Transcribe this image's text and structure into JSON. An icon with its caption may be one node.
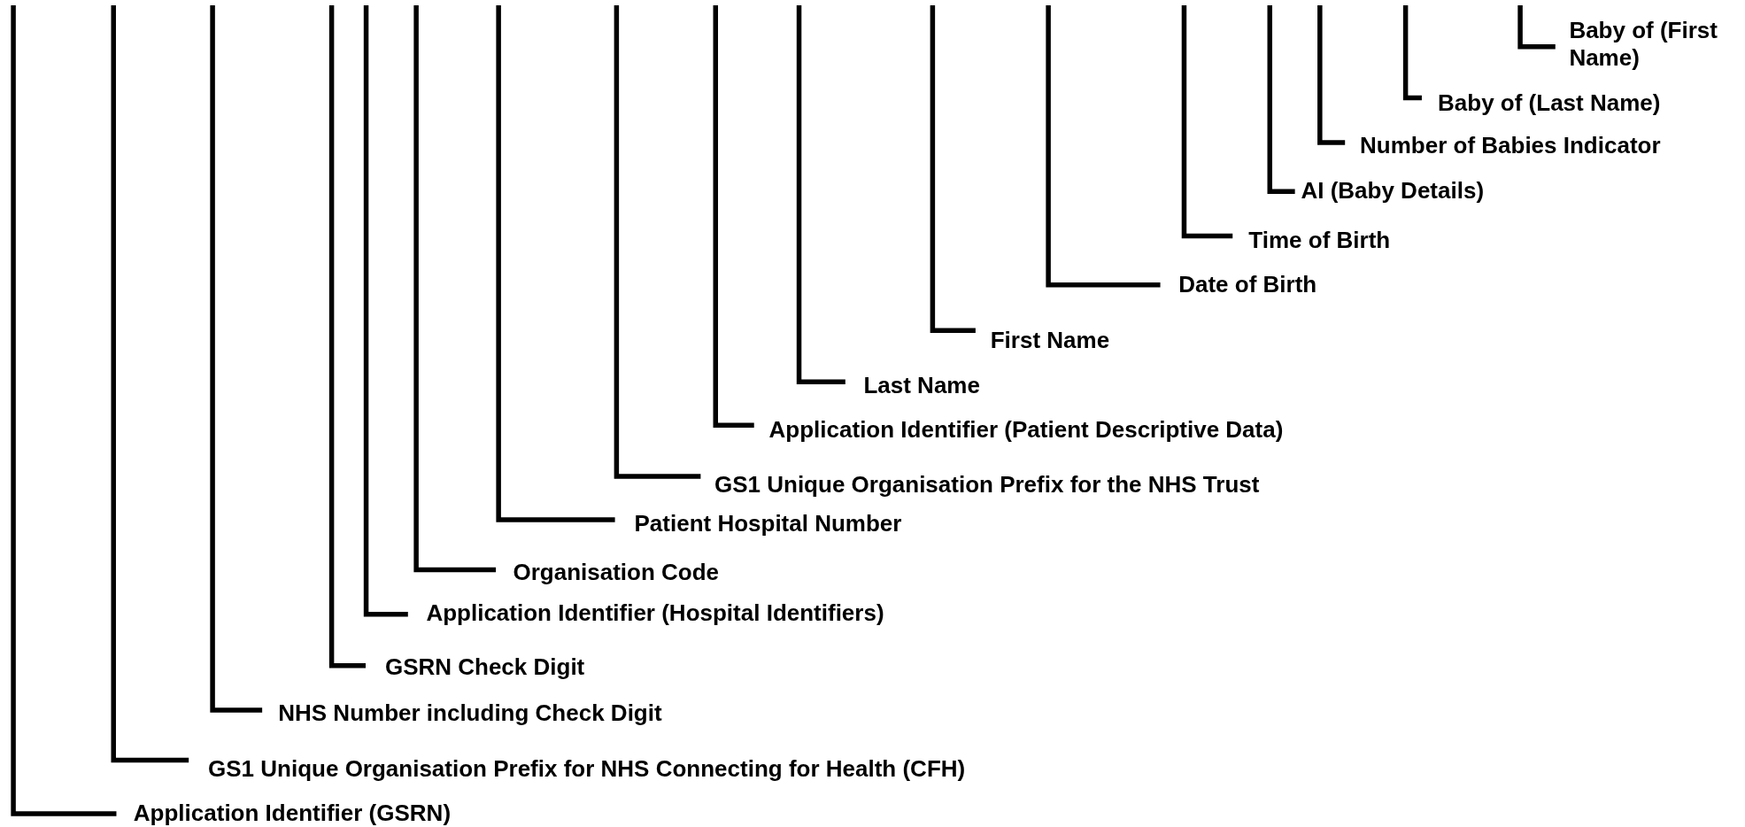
{
  "diagram": {
    "nodes": [
      {
        "text": [
          "Baby of (First Name)"
        ]
      },
      {
        "text": [
          "Baby of (Last Name)"
        ]
      },
      {
        "text": [
          "Number of Babies Indicator"
        ]
      },
      {
        "text": [
          "AI (Baby Details)"
        ]
      },
      {
        "text": [
          "Time of Birth"
        ]
      },
      {
        "text": [
          "Date of Birth"
        ]
      },
      {
        "text": [
          "First Name"
        ]
      },
      {
        "text": [
          "Last Name"
        ]
      },
      {
        "text": [
          "Application Identifier (Patient Descriptive Data)"
        ]
      },
      {
        "text": [
          "GS1 Unique Organisation Prefix for the NHS Trust"
        ]
      },
      {
        "text": [
          "Patient Hospital Number"
        ]
      },
      {
        "text": [
          "Organisation Code"
        ]
      },
      {
        "text": [
          "Application Identifier (Hospital Identifiers)"
        ]
      },
      {
        "text": [
          "GSRN Check Digit"
        ]
      },
      {
        "text": [
          "NHS Number including Check Digit"
        ]
      },
      {
        "text": [
          "GS1 Unique Organisation Prefix for NHS Connecting for Health (CFH)"
        ]
      },
      {
        "text": [
          "Application Identifier (GSRN)"
        ]
      }
    ],
    "edges": [
      {
        "from": 0,
        "to": null,
        "arrow": "none"
      },
      {
        "from": 1,
        "to": null,
        "arrow": "none"
      },
      {
        "from": 2,
        "to": null,
        "arrow": "none"
      },
      {
        "from": 3,
        "to": null,
        "arrow": "none"
      },
      {
        "from": 4,
        "to": null,
        "arrow": "none"
      },
      {
        "from": 5,
        "to": null,
        "arrow": "none"
      },
      {
        "from": 6,
        "to": null,
        "arrow": "none"
      },
      {
        "from": 7,
        "to": null,
        "arrow": "none"
      },
      {
        "from": 8,
        "to": null,
        "arrow": "none"
      },
      {
        "from": 9,
        "to": null,
        "arrow": "none"
      },
      {
        "from": 10,
        "to": null,
        "arrow": "none"
      },
      {
        "from": 11,
        "to": null,
        "arrow": "none"
      },
      {
        "from": 12,
        "to": null,
        "arrow": "none"
      },
      {
        "from": 13,
        "to": null,
        "arrow": "none"
      },
      {
        "from": 14,
        "to": null,
        "arrow": "none"
      },
      {
        "from": 15,
        "to": null,
        "arrow": "none"
      },
      {
        "from": 16,
        "to": null,
        "arrow": "none"
      }
    ]
  }
}
